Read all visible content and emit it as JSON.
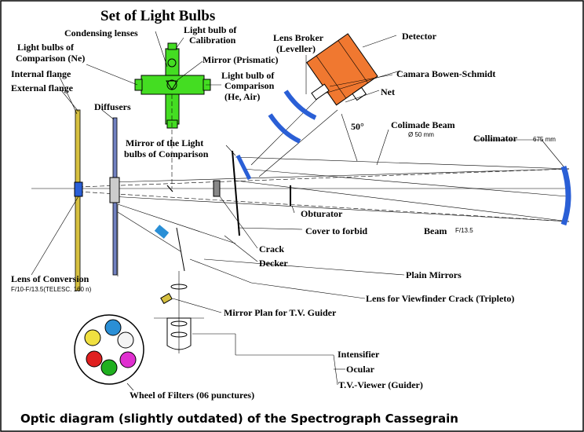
{
  "title": "Set of Light Bulbs",
  "caption": "Optic diagram (slightly outdated) of the Spectrograph Cassegrain",
  "labels": {
    "condensing_lenses": "Condensing lenses",
    "bulb_calibration_1": "Light bulb of",
    "bulb_calibration_2": "Calibration",
    "bulbs_comparison_ne_1": "Light bulbs of",
    "bulbs_comparison_ne_2": "Comparison (Ne)",
    "internal_flange": "Internal flange",
    "external_flange": "External flange",
    "mirror_prismatic": "Mirror (Prismatic)",
    "bulb_comparison_he_1": "Light bulb of",
    "bulb_comparison_he_2": "Comparison",
    "bulb_comparison_he_3": "(He, Air)",
    "diffusers": "Diffusers",
    "lens_broker_1": "Lens Broker",
    "lens_broker_2": "(Leveller)",
    "detector": "Detector",
    "camera": "Camara Bowen-Schmidt",
    "net": "Net",
    "angle": "50°",
    "collimated_beam": "Colimade Beam",
    "collimated_beam_size": "Ø 50 mm",
    "collimator": "Collimator",
    "collimator_size": "675 mm",
    "mirror_light_bulbs_1": "Mirror of the Light",
    "mirror_light_bulbs_2": "bulbs of Comparison",
    "obturator": "Obturator",
    "cover_to_forbid": "Cover to forbid",
    "beam": "Beam",
    "beam_ratio": "F/13.5",
    "crack": "Crack",
    "decker": "Decker",
    "plain_mirrors": "Plain Mirrors",
    "lens_viewfinder": "Lens for Viewfinder Crack (Tripleto)",
    "mirror_plan_tv": "Mirror Plan for T.V. Guider",
    "lens_conversion": "Lens of Conversion",
    "lens_conversion_sub": "F/10-F/13.5(TELESC. 160 n)",
    "intensifier": "Intensifier",
    "ocular": "Ocular",
    "tv_viewer": "T.V.-Viewer (Guider)",
    "wheel_filters": "Wheel of Filters (06 punctures)"
  },
  "colors": {
    "bulbs_housing": "#44dd22",
    "detector": "#f07830",
    "optics_blue": "#2a5fd6",
    "flange": "#d6c040",
    "filter_blue": "#2a8fd6",
    "filter_yellow": "#f0e040",
    "filter_white": "#f4f4f4",
    "filter_red": "#e02020",
    "filter_green": "#20b020",
    "filter_magenta": "#e030d0"
  }
}
